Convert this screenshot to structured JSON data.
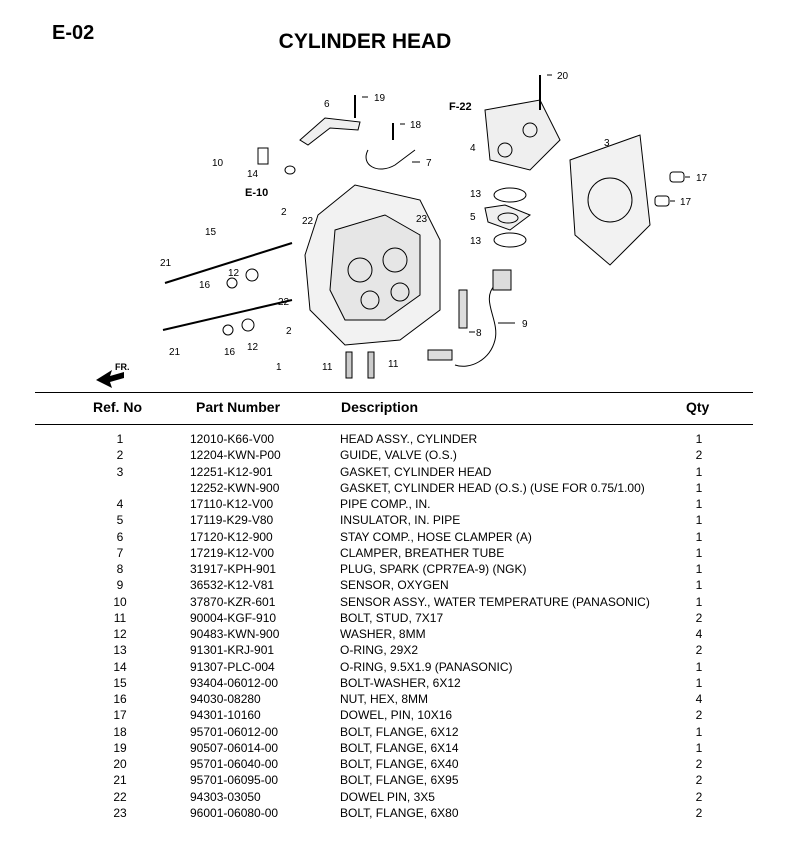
{
  "page": {
    "code": "E-02",
    "title": "CYLINDER HEAD"
  },
  "diagram": {
    "callouts": [
      "1",
      "2",
      "2",
      "3",
      "4",
      "5",
      "6",
      "7",
      "8",
      "9",
      "10",
      "11",
      "11",
      "12",
      "12",
      "13",
      "13",
      "14",
      "15",
      "16",
      "16",
      "17",
      "17",
      "18",
      "19",
      "20",
      "21",
      "21",
      "22",
      "22",
      "23"
    ],
    "refs": [
      "E-10",
      "F-22"
    ],
    "direction_label": "FR."
  },
  "table": {
    "headers": {
      "ref": "Ref. No",
      "part": "Part Number",
      "desc": "Description",
      "qty": "Qty"
    },
    "rows": [
      {
        "ref": "1",
        "part": "12010-K66-V00",
        "desc": "HEAD ASSY., CYLINDER",
        "qty": "1"
      },
      {
        "ref": "2",
        "part": "12204-KWN-P00",
        "desc": "GUIDE, VALVE (O.S.)",
        "qty": "2"
      },
      {
        "ref": "3",
        "part": "12251-K12-901",
        "desc": "GASKET, CYLINDER HEAD",
        "qty": "1"
      },
      {
        "ref": "",
        "part": "12252-KWN-900",
        "desc": "GASKET, CYLINDER HEAD (O.S.) (USE FOR 0.75/1.00)",
        "qty": "1"
      },
      {
        "ref": "4",
        "part": "17110-K12-V00",
        "desc": "PIPE COMP., IN.",
        "qty": "1"
      },
      {
        "ref": "5",
        "part": "17119-K29-V80",
        "desc": "INSULATOR, IN. PIPE",
        "qty": "1"
      },
      {
        "ref": "6",
        "part": "17120-K12-900",
        "desc": "STAY COMP., HOSE CLAMPER (A)",
        "qty": "1"
      },
      {
        "ref": "7",
        "part": "17219-K12-V00",
        "desc": "CLAMPER, BREATHER TUBE",
        "qty": "1"
      },
      {
        "ref": "8",
        "part": "31917-KPH-901",
        "desc": "PLUG, SPARK (CPR7EA-9) (NGK)",
        "qty": "1"
      },
      {
        "ref": "9",
        "part": "36532-K12-V81",
        "desc": "SENSOR, OXYGEN",
        "qty": "1"
      },
      {
        "ref": "10",
        "part": "37870-KZR-601",
        "desc": "SENSOR ASSY., WATER TEMPERATURE (PANASONIC)",
        "qty": "1"
      },
      {
        "ref": "11",
        "part": "90004-KGF-910",
        "desc": "BOLT, STUD, 7X17",
        "qty": "2"
      },
      {
        "ref": "12",
        "part": "90483-KWN-900",
        "desc": "WASHER, 8MM",
        "qty": "4"
      },
      {
        "ref": "13",
        "part": "91301-KRJ-901",
        "desc": "O-RING, 29X2",
        "qty": "2"
      },
      {
        "ref": "14",
        "part": "91307-PLC-004",
        "desc": "O-RING, 9.5X1.9 (PANASONIC)",
        "qty": "1"
      },
      {
        "ref": "15",
        "part": "93404-06012-00",
        "desc": "BOLT-WASHER, 6X12",
        "qty": "1"
      },
      {
        "ref": "16",
        "part": "94030-08280",
        "desc": "NUT, HEX, 8MM",
        "qty": "4"
      },
      {
        "ref": "17",
        "part": "94301-10160",
        "desc": "DOWEL, PIN, 10X16",
        "qty": "2"
      },
      {
        "ref": "18",
        "part": "95701-06012-00",
        "desc": "BOLT, FLANGE, 6X12",
        "qty": "1"
      },
      {
        "ref": "19",
        "part": "90507-06014-00",
        "desc": "BOLT, FLANGE, 6X14",
        "qty": "1"
      },
      {
        "ref": "20",
        "part": "95701-06040-00",
        "desc": "BOLT, FLANGE, 6X40",
        "qty": "2"
      },
      {
        "ref": "21",
        "part": "95701-06095-00",
        "desc": "BOLT, FLANGE, 6X95",
        "qty": "2"
      },
      {
        "ref": "22",
        "part": "94303-03050",
        "desc": "DOWEL PIN, 3X5",
        "qty": "2"
      },
      {
        "ref": "23",
        "part": "96001-06080-00",
        "desc": "BOLT, FLANGE, 6X80",
        "qty": "2"
      }
    ]
  }
}
